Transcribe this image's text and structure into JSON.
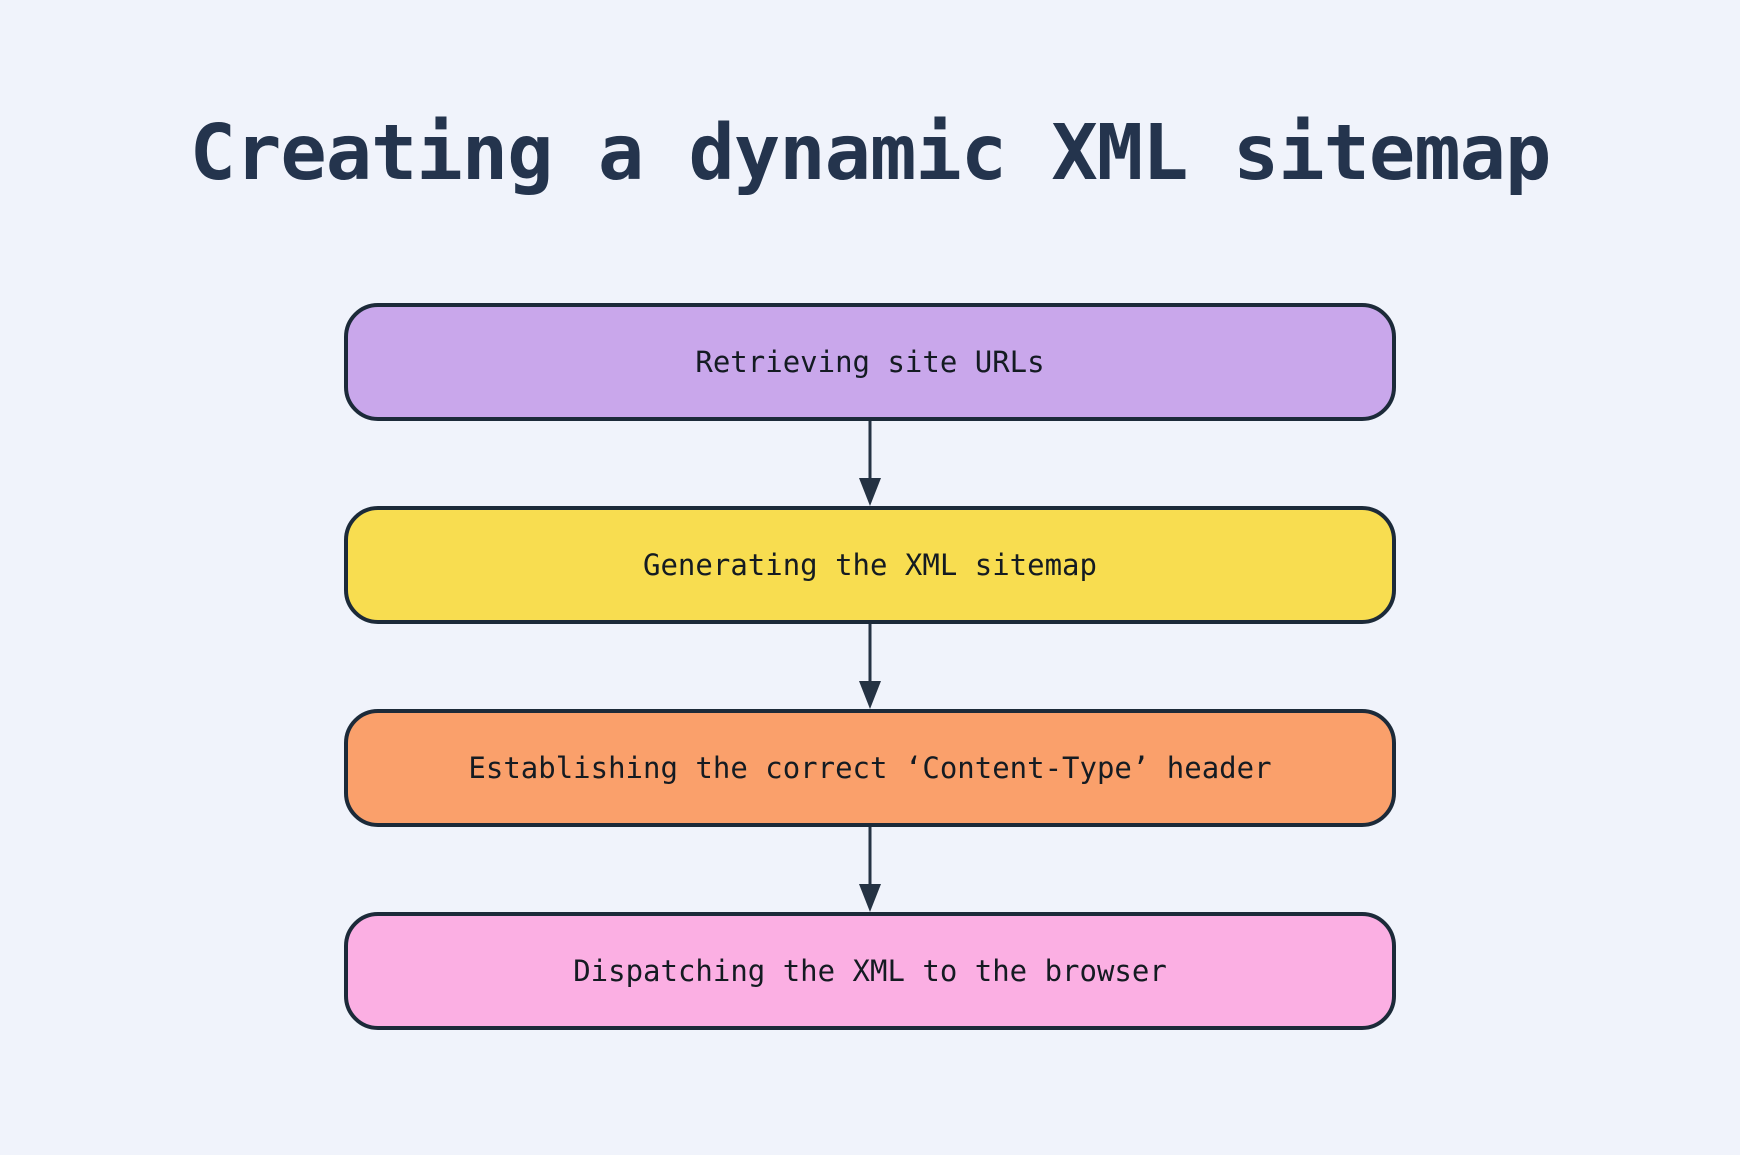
{
  "title": "Creating a dynamic XML sitemap",
  "flowchart": {
    "type": "flowchart",
    "direction": "top-down",
    "steps": [
      {
        "label": "Retrieving site URLs",
        "color": "#C9A7EB"
      },
      {
        "label": "Generating the XML sitemap",
        "color": "#F8DD50"
      },
      {
        "label": "Establishing the correct ‘Content-Type’ header",
        "color": "#FAA06B"
      },
      {
        "label": "Dispatching the XML to the browser",
        "color": "#FBAFE3"
      }
    ],
    "connectors": [
      {
        "from": 0,
        "to": 1,
        "shape": "down-arrow"
      },
      {
        "from": 1,
        "to": 2,
        "shape": "down-arrow"
      },
      {
        "from": 2,
        "to": 3,
        "shape": "down-arrow"
      }
    ],
    "colors": {
      "background": "#F0F3FB",
      "title_text": "#24344D",
      "step_border": "#1C2A39",
      "step_text": "#141B22",
      "arrow": "#243243"
    }
  }
}
